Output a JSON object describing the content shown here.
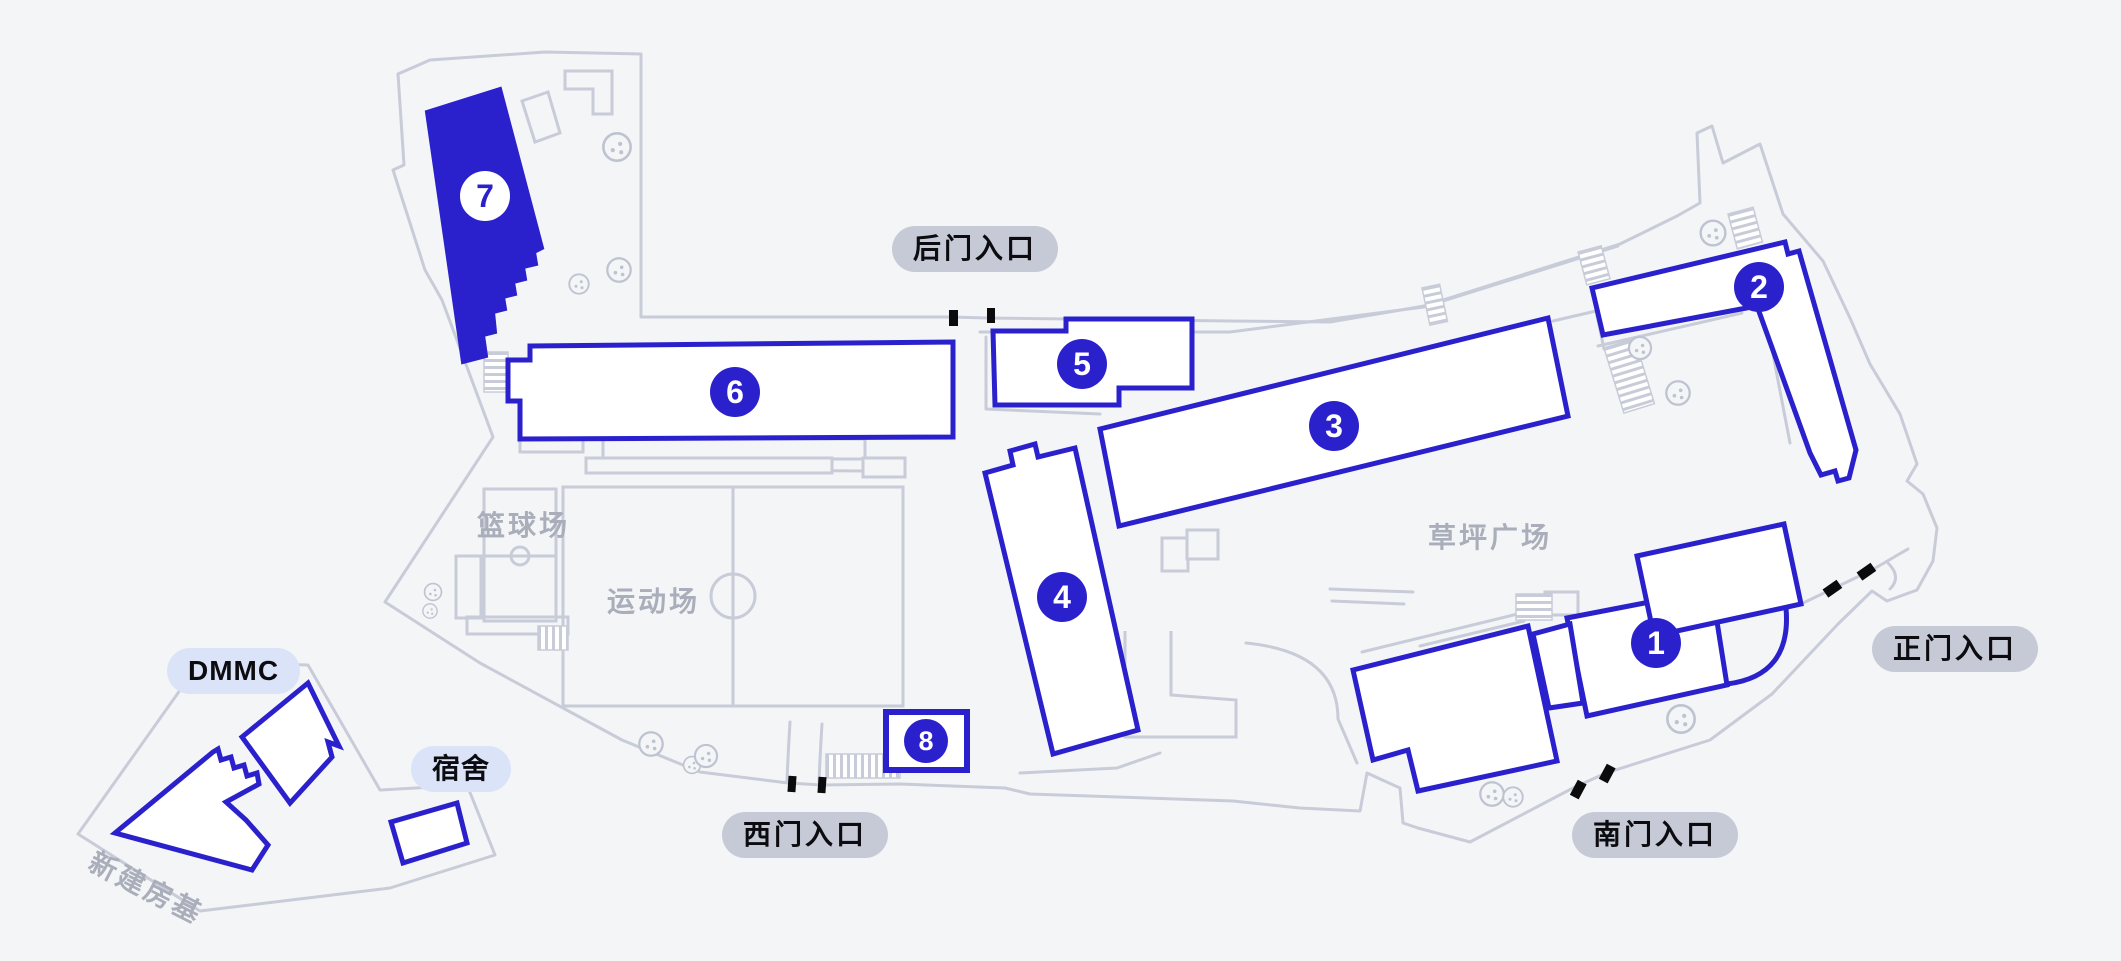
{
  "map": {
    "background_color": "#f4f5f7",
    "colors": {
      "building_outline": "#2b21cc",
      "building_fill": "#ffffff",
      "highlighted_building_fill": "#2b21cc",
      "boundary_line": "#c7ccd8",
      "entrance_pill_bg": "#c5cad6",
      "place_pill_bg": "#dae3f8",
      "pill_text": "#0c0c10",
      "area_text": "#a9aeba",
      "gate_marker": "#0b0b0e"
    },
    "buildings": [
      {
        "number": "1",
        "badge_style": "blue-circle"
      },
      {
        "number": "2",
        "badge_style": "blue-circle"
      },
      {
        "number": "3",
        "badge_style": "blue-circle"
      },
      {
        "number": "4",
        "badge_style": "blue-circle"
      },
      {
        "number": "5",
        "badge_style": "blue-circle"
      },
      {
        "number": "6",
        "badge_style": "blue-circle"
      },
      {
        "number": "7",
        "badge_style": "white-circle-on-blue-building"
      },
      {
        "number": "8",
        "badge_style": "blue-circle-in-square"
      }
    ],
    "entrances": [
      {
        "label": "后门入口"
      },
      {
        "label": "正门入口"
      },
      {
        "label": "西门入口"
      },
      {
        "label": "南门入口"
      }
    ],
    "places": [
      {
        "label": "DMMC"
      },
      {
        "label": "宿舍"
      }
    ],
    "areas": [
      {
        "label": "篮球场"
      },
      {
        "label": "运动场"
      },
      {
        "label": "草坪广场"
      },
      {
        "label": "新建房基"
      }
    ]
  }
}
